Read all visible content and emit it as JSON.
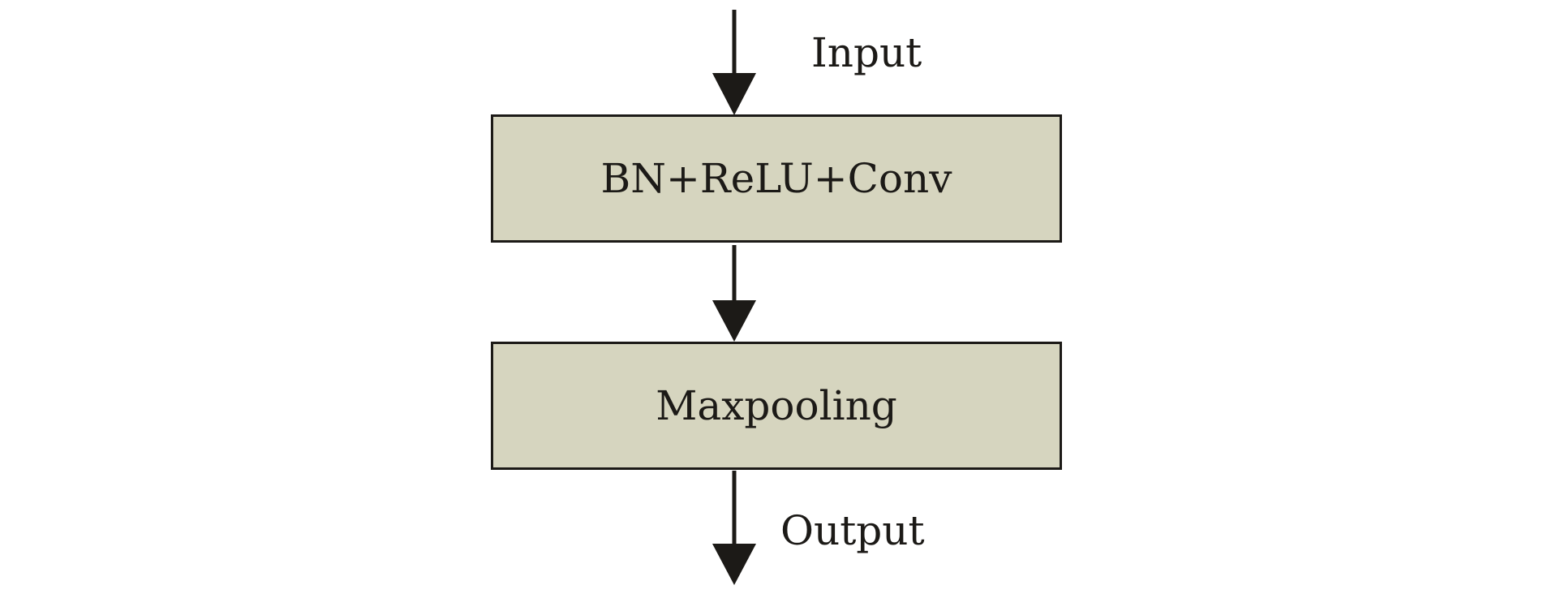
{
  "diagram": {
    "input_label": "Input",
    "output_label": "Output",
    "box_fill": "#d6d5bf",
    "line_color": "#1c1a17",
    "blocks": [
      {
        "label": "BN+ReLU+Conv"
      },
      {
        "label": "Maxpooling"
      }
    ]
  }
}
